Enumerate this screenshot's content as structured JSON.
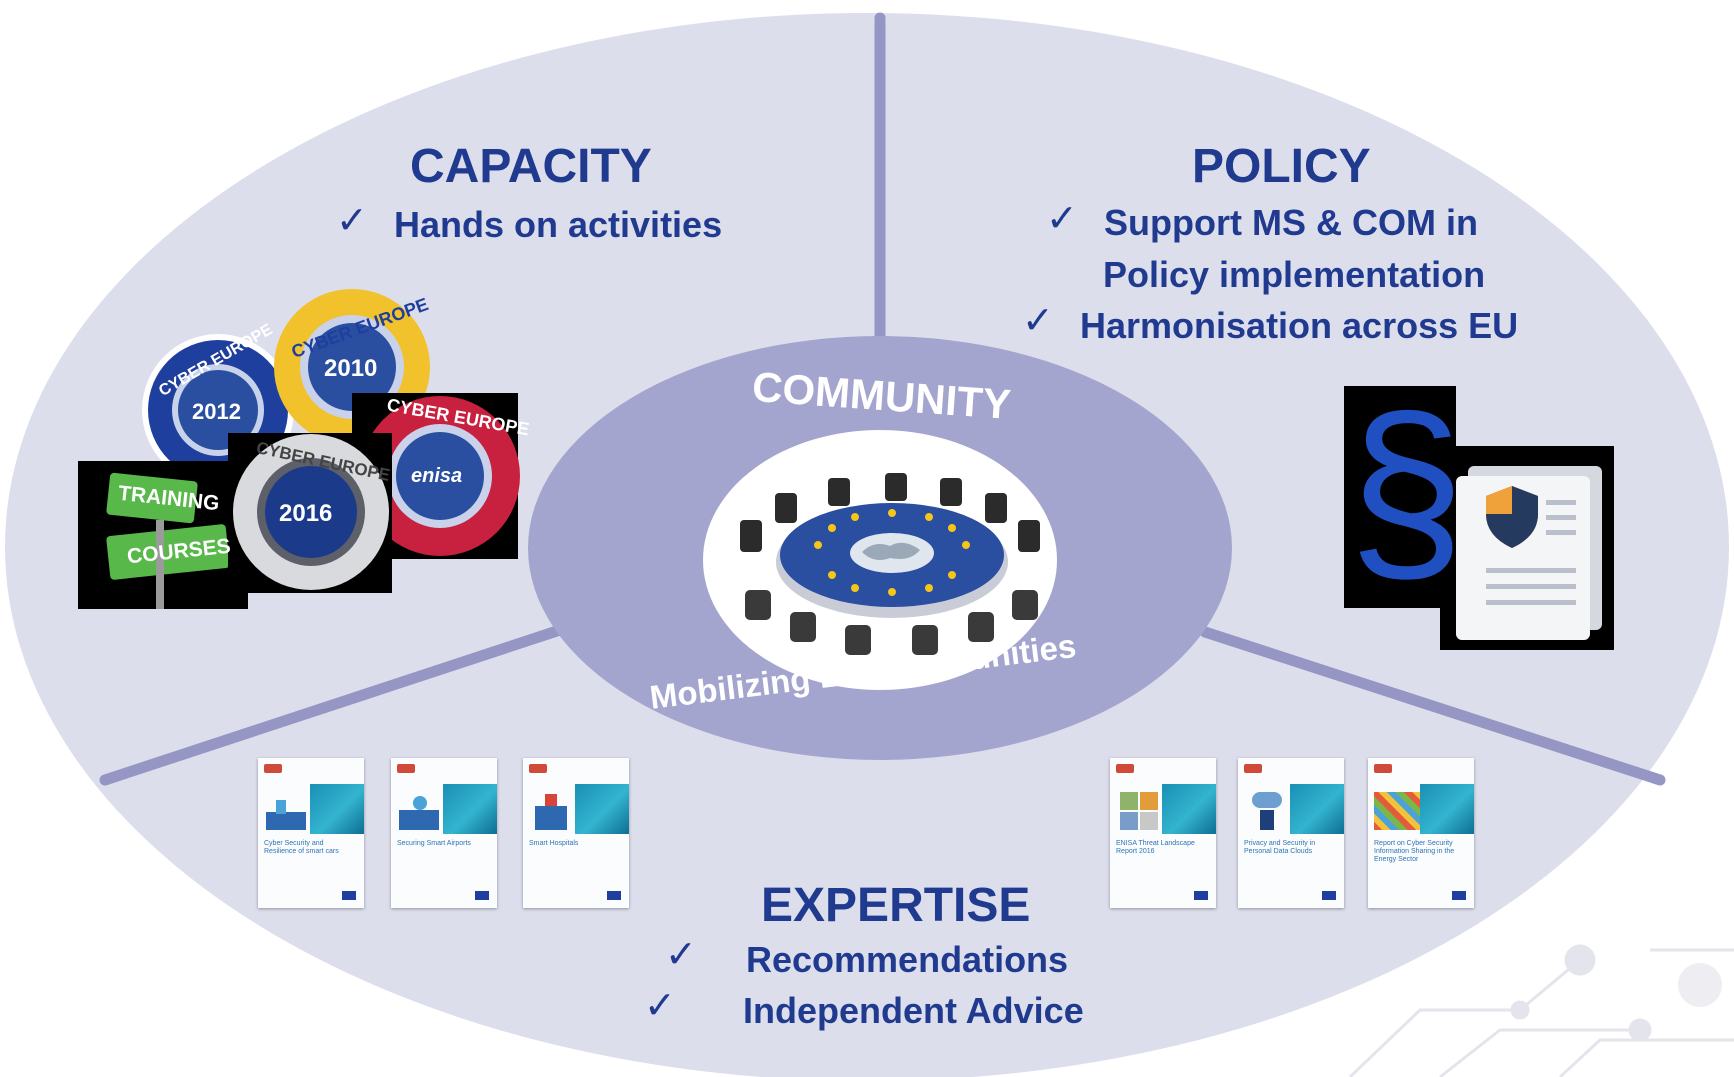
{
  "sections": {
    "capacity": {
      "heading": "CAPACITY",
      "items": [
        "Hands on activities"
      ]
    },
    "policy": {
      "heading": "POLICY",
      "items": [
        "Support MS & COM in",
        "Policy implementation",
        "Harmonisation across EU"
      ]
    },
    "expertise": {
      "heading": "EXPERTISE",
      "items": [
        "Recommendations",
        "Independent Advice"
      ]
    },
    "community": {
      "heading": "COMMUNITY",
      "caption": "Mobilizing EU communities"
    }
  },
  "check_glyph": "✓",
  "badges": {
    "badge_2012": {
      "year": "2012",
      "ring_text": "CYBER EUROPE"
    },
    "badge_2010": {
      "year": "2010",
      "ring_text": "CYBER EUROPE"
    },
    "badge_enisa": {
      "center": "enisa",
      "ring_text": "CYBER EUROPE"
    },
    "badge_2016": {
      "year": "2016",
      "ring_text": "CYBER EUROPE"
    },
    "sign": {
      "top": "TRAINING",
      "bottom": "COURSES"
    }
  },
  "reports": [
    {
      "title": "Cyber Security and Resilience of smart cars"
    },
    {
      "title": "Securing Smart Airports"
    },
    {
      "title": "Smart Hospitals"
    },
    {
      "title": "ENISA Threat Landscape Report 2016"
    },
    {
      "title": "Privacy and Security in Personal Data Clouds"
    },
    {
      "title": "Report on Cyber Security Information Sharing in the Energy Sector"
    }
  ],
  "policy_icon": {
    "symbol": "§"
  },
  "colors": {
    "ellipse_fill": "#dcdeec",
    "divider": "#9596c4",
    "center_ring": "#a4a5cf",
    "heading": "#1f3a8f",
    "eu_blue": "#2a4ea0",
    "eu_star": "#f5c518"
  }
}
